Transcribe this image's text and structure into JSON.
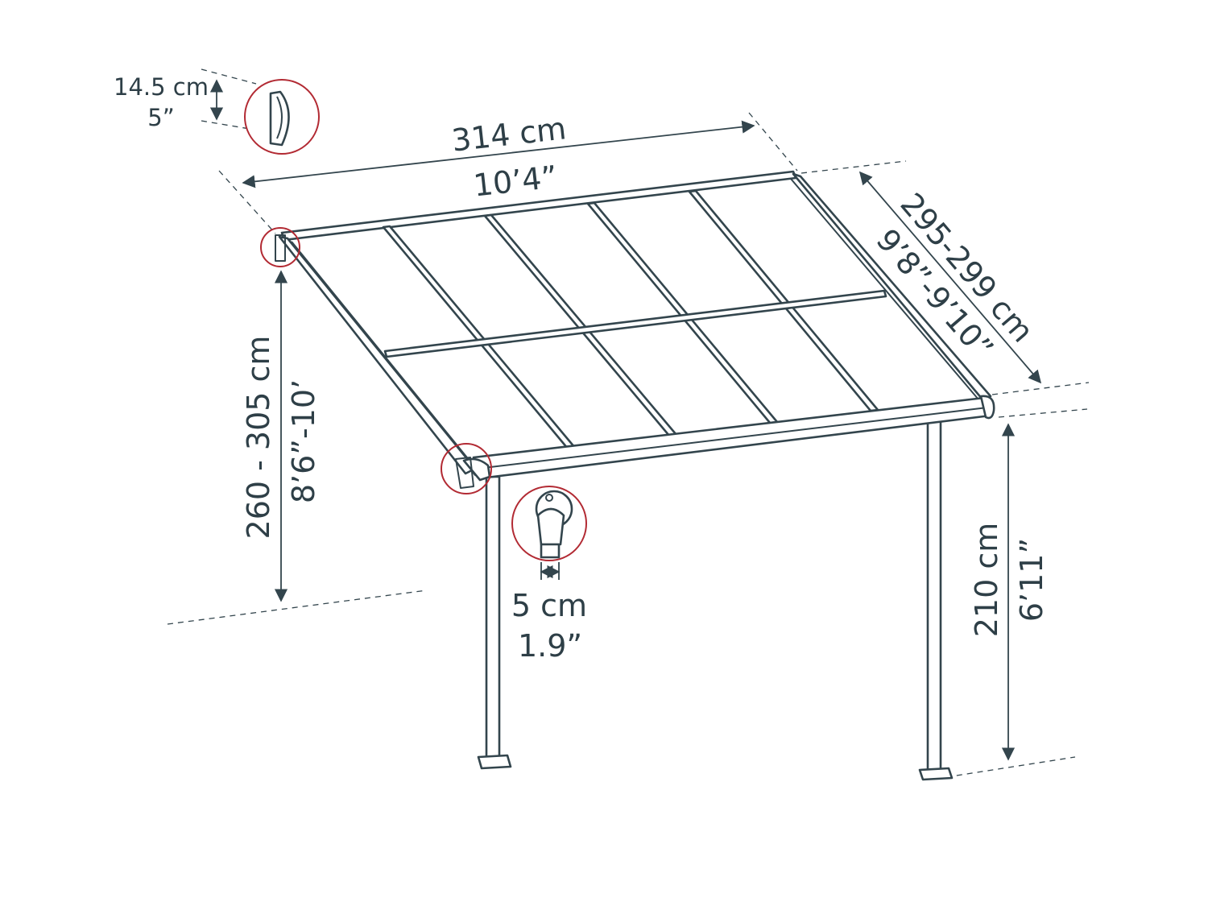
{
  "dimensions": {
    "width": {
      "metric": "314 cm",
      "imperial": "10’4”"
    },
    "depth": {
      "metric": "295-299 cm",
      "imperial": "9’8”-9’10”"
    },
    "wall_height": {
      "metric": "260 - 305 cm",
      "imperial": "8’6”-10’"
    },
    "front_height": {
      "metric": "210 cm",
      "imperial": "6’11”"
    },
    "wall_bracket": {
      "metric": "14.5 cm",
      "imperial": "5”"
    },
    "post_width": {
      "metric": "5 cm",
      "imperial": "1.9”"
    }
  },
  "colors": {
    "line": "#33454d",
    "text": "#2e3f47",
    "callout": "#b22a33",
    "background": "#ffffff"
  }
}
